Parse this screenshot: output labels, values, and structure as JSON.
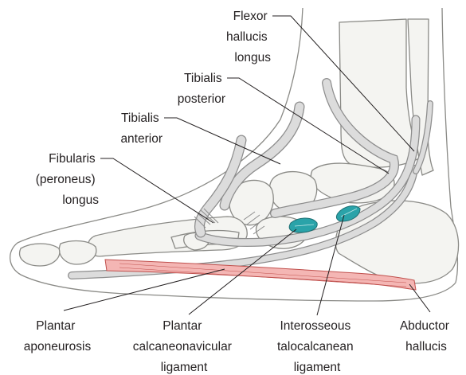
{
  "labels": {
    "flexor_hallucis_longus": [
      "Flexor",
      "hallucis",
      "longus"
    ],
    "tibialis_posterior": [
      "Tibialis",
      "posterior"
    ],
    "tibialis_anterior": [
      "Tibialis",
      "anterior"
    ],
    "fibularis_longus": [
      "Fibularis",
      "(peroneus)",
      "longus"
    ],
    "plantar_aponeurosis": [
      "Plantar",
      "aponeurosis"
    ],
    "plantar_calcaneonavicular_ligament": [
      "Plantar",
      "calcaneonavicular",
      "ligament"
    ],
    "interosseous_talocalcanean_ligament": [
      "Interosseous",
      "talocalcanean",
      "ligament"
    ],
    "abductor_hallucis": [
      "Abductor",
      "hallucis"
    ]
  },
  "colors": {
    "tendon_fill": "#dcdcdc",
    "tendon_outline": "#8d8d8d",
    "bone_fill": "#f4f4f1",
    "bone_outline": "#8a8a86",
    "aponeurosis": "#f4b6b4",
    "aponeurosis_outline": "#c0504d",
    "ligament_teal": "#2aa3a9",
    "leader": "#231f20"
  }
}
